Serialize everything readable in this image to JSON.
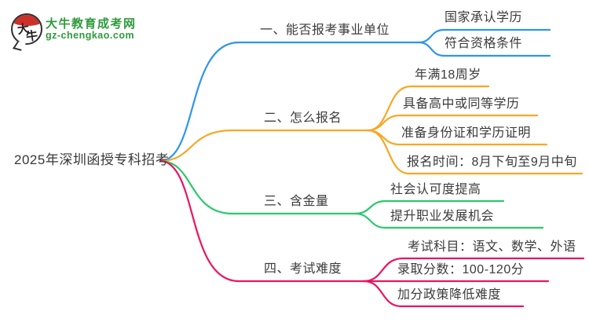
{
  "brand": {
    "title": "大牛教育成考网",
    "domain": "gz-chengkao.com",
    "logo_chars": [
      "大",
      "牛"
    ],
    "brand_color": "#2e9b3c"
  },
  "root": {
    "label": "2025年深圳函授专科招考"
  },
  "branches": [
    {
      "label": "一、能否报考事业单位",
      "color": "#2e95ec",
      "children": [
        "国家承认学历",
        "符合资格条件"
      ]
    },
    {
      "label": "二、怎么报名",
      "color": "#f7a825",
      "children": [
        "年满18周岁",
        "具备高中或同等学历",
        "准备身份证和学历证明",
        "报名时间：8月下旬至9月中旬"
      ]
    },
    {
      "label": "三、含金量",
      "color": "#2bc96e",
      "children": [
        "社会认可度提高",
        "提升职业发展机会"
      ]
    },
    {
      "label": "四、考试难度",
      "color": "#eb1461",
      "children": [
        "考试科目：语文、数学、外语",
        "录取分数：100-120分",
        "加分政策降低难度"
      ]
    }
  ]
}
